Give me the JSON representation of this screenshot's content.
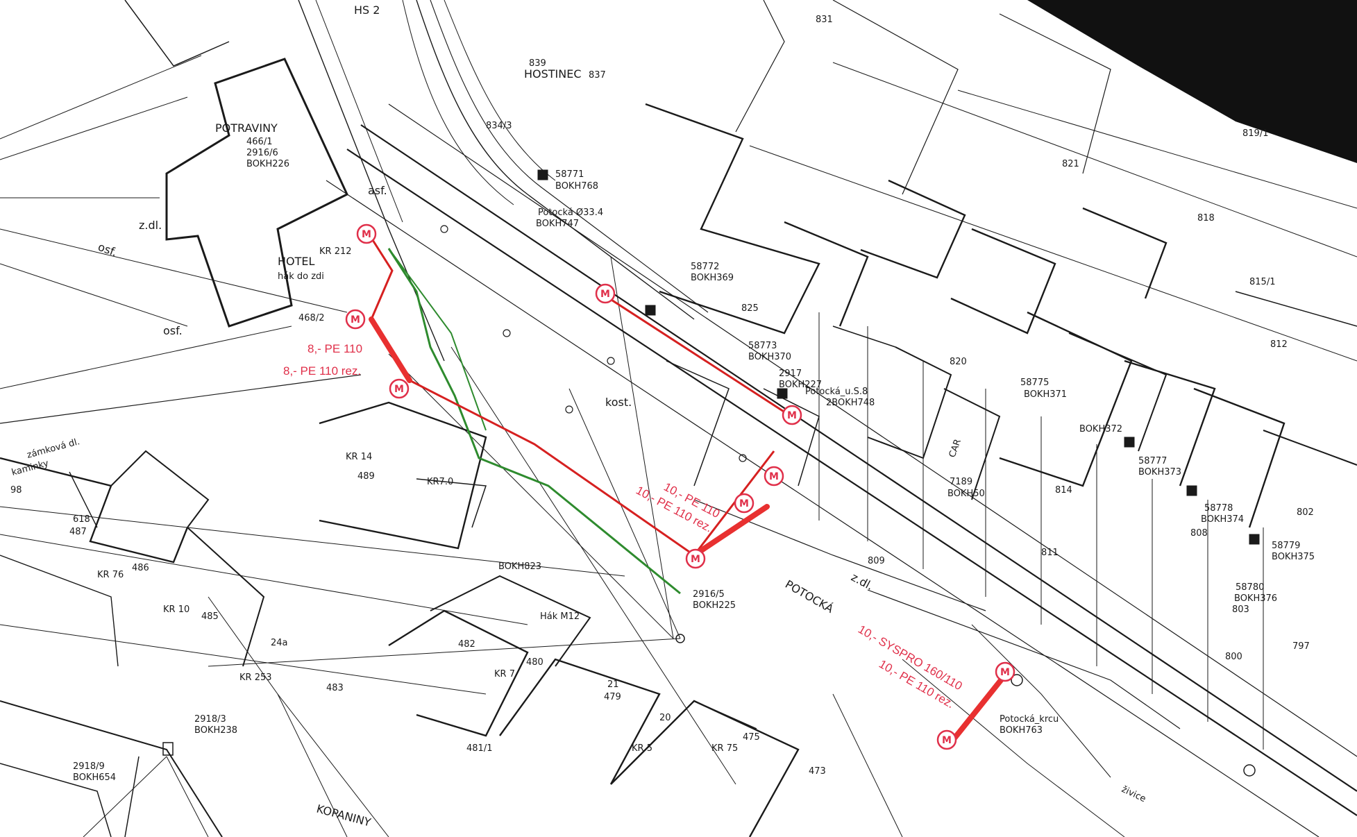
{
  "map": {
    "annotations": {
      "a1": "8,- PE 110",
      "a2": "8,- PE 110 rez.",
      "a3": "10,- PE 110",
      "a4": "10,- PE 110 rez.",
      "a5": "10,- SYSPRO 160/110",
      "a6": "10,- PE 110 rez."
    },
    "marker_label": "M",
    "labels": {
      "potraviny": "POTRAVINY",
      "p466": "466/1",
      "p2916_6": "2916/6",
      "bokh226": "BOKH226",
      "hotel": "HOTEL",
      "kr212": "KR 212",
      "hak": "hák do zdi",
      "p468_2": "468/2",
      "osf1": "osf.",
      "osf2": "osf.",
      "osf3": "asf.",
      "zdl1": "z.dl.",
      "hostinec": "HOSTINEC",
      "p839": "839",
      "p834_3": "834/3",
      "p837": "837",
      "hs2": "HS 2",
      "p58771": "58771",
      "bokh768": "BOKH768",
      "potocka1": "Potocká Ø33.4",
      "bokh747": "BOKH747",
      "p58772": "58772",
      "bokh369": "BOKH369",
      "p825": "825",
      "p58773": "58773",
      "bokh370": "BOKH370",
      "p2917": "2917",
      "bokh227": "BOKH227",
      "potocka2": "Potocká_u.S.8",
      "bokh748": "2BOKH748",
      "p831": "831",
      "p821": "821",
      "p819_1": "819/1",
      "p818": "818",
      "p815_1": "815/1",
      "p812": "812",
      "p820": "820",
      "p58775": "58775",
      "bokh371": "BOKH371",
      "bokh372": "BOKH372",
      "p58777": "58777",
      "bokh373": "BOKH373",
      "p814": "814",
      "p811": "811",
      "p58778": "58778",
      "bokh374": "BOKH374",
      "p58779": "58779",
      "bokh375": "BOKH375",
      "p58780": "58780",
      "bokh376": "BOKH376",
      "p803": "803",
      "p800": "800",
      "p797": "797",
      "p802": "802",
      "p808": "808",
      "kr14": "KR 14",
      "p489": "489",
      "kr7": "KR7.0",
      "zamkova": "zámková dl.",
      "kaminky": "kaminky",
      "p98": "98",
      "p618": "618",
      "p487": "487",
      "kr76": "KR 76",
      "p486": "486",
      "kr10": "KR 10",
      "p485": "485",
      "bokh823": "BOKH823",
      "p2916_5": "2916/5",
      "bokh225": "BOKH225",
      "potocka3": "POTOCKÁ",
      "zdl2": "z.dl.",
      "p809": "809",
      "kost": "kost.",
      "hak_m12": "Hák M12",
      "p482": "482",
      "p480": "480",
      "kr7b": "KR 7",
      "p24a": "24a",
      "kr253": "KR 253",
      "p483": "483",
      "p21": "21",
      "p479": "479",
      "p20": "20",
      "p2918_3": "2918/3",
      "bokh238": "BOKH238",
      "p481_1": "481/1",
      "kr5": "KR 5",
      "kr75": "KR 75",
      "p475": "475",
      "p473": "473",
      "p2918_9": "2918/9",
      "bokh654": "BOKH654",
      "kopaniny": "KOPANINY",
      "potocka_krc": "Potocká_krcu",
      "bokh763": "BOKH763",
      "zivice": "živice",
      "bokh50": "BOKH50",
      "p7189": "7189",
      "car": "CAR"
    }
  }
}
